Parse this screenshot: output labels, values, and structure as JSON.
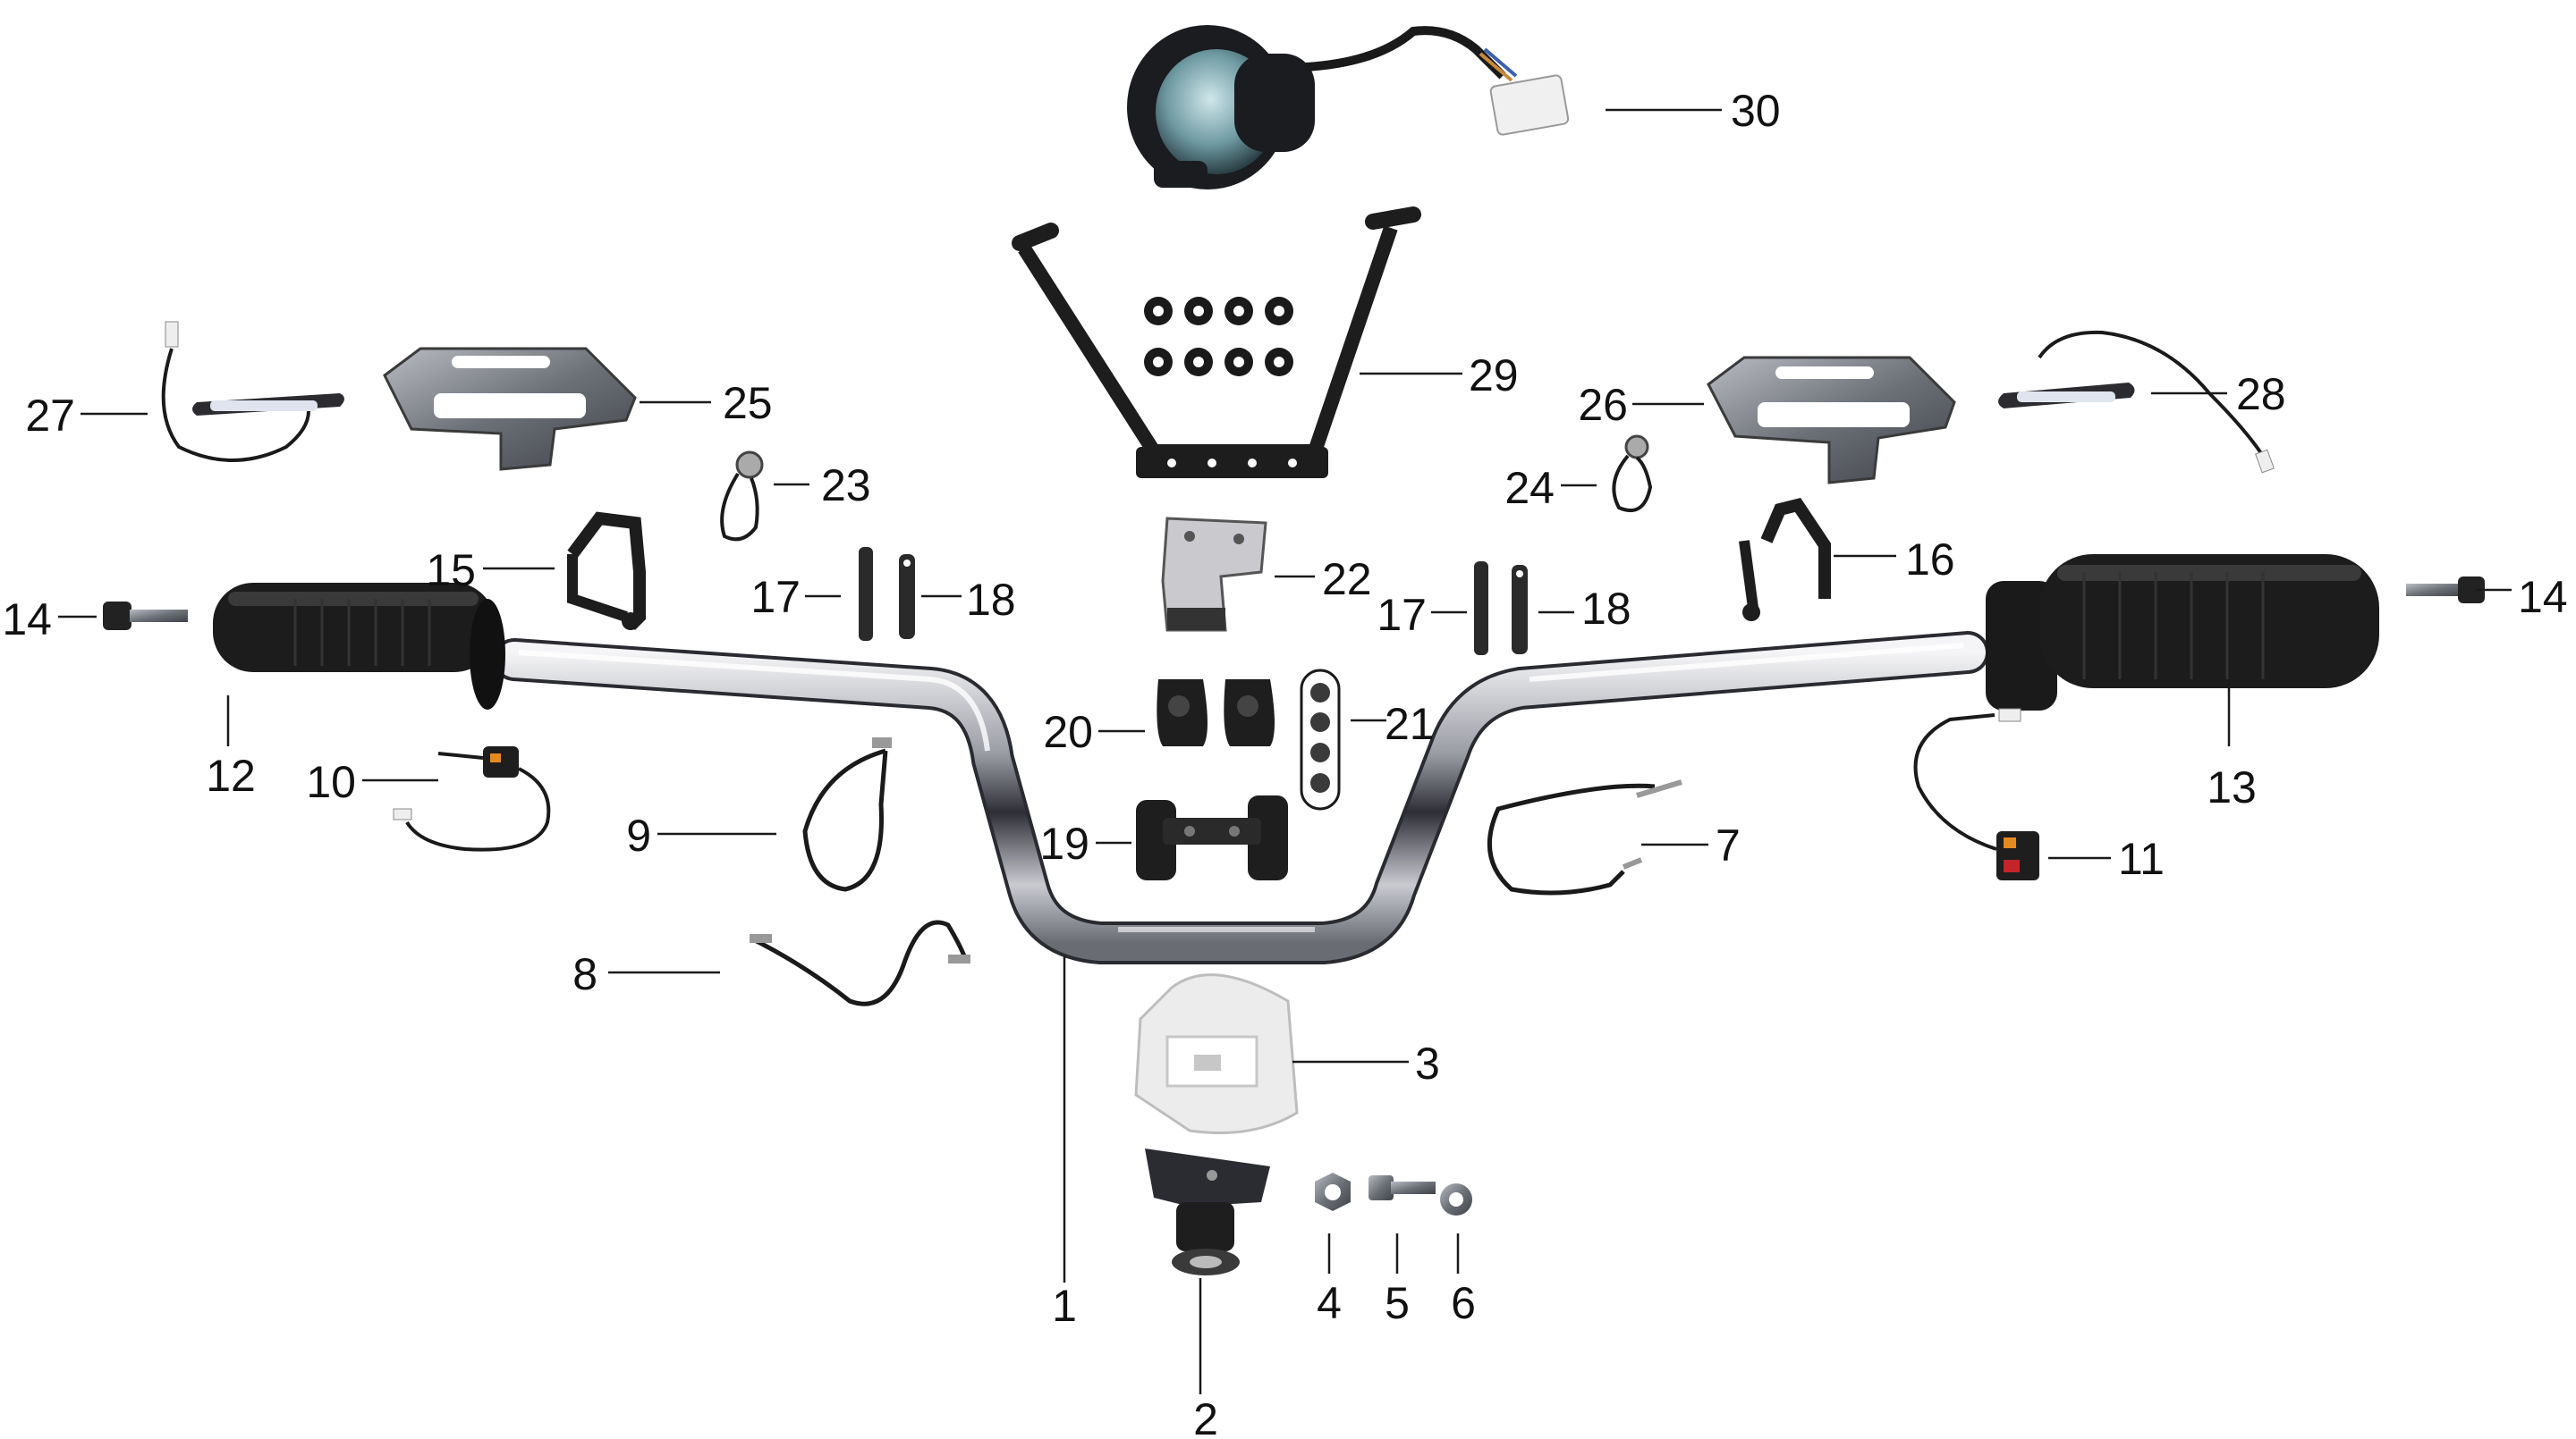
{
  "diagram": {
    "title": "",
    "callouts": [
      {
        "id": "c1",
        "label": "1"
      },
      {
        "id": "c2",
        "label": "2"
      },
      {
        "id": "c3",
        "label": "3"
      },
      {
        "id": "c4",
        "label": "4"
      },
      {
        "id": "c5",
        "label": "5"
      },
      {
        "id": "c6",
        "label": "6"
      },
      {
        "id": "c7",
        "label": "7"
      },
      {
        "id": "c8",
        "label": "8"
      },
      {
        "id": "c9",
        "label": "9"
      },
      {
        "id": "c10",
        "label": "10"
      },
      {
        "id": "c11",
        "label": "11"
      },
      {
        "id": "c12",
        "label": "12"
      },
      {
        "id": "c13",
        "label": "13"
      },
      {
        "id": "c14a",
        "label": "14"
      },
      {
        "id": "c14b",
        "label": "14"
      },
      {
        "id": "c15",
        "label": "15"
      },
      {
        "id": "c16",
        "label": "16"
      },
      {
        "id": "c17a",
        "label": "17"
      },
      {
        "id": "c17b",
        "label": "17"
      },
      {
        "id": "c18a",
        "label": "18"
      },
      {
        "id": "c18b",
        "label": "18"
      },
      {
        "id": "c19",
        "label": "19"
      },
      {
        "id": "c20",
        "label": "20"
      },
      {
        "id": "c21",
        "label": "21"
      },
      {
        "id": "c22",
        "label": "22"
      },
      {
        "id": "c23",
        "label": "23"
      },
      {
        "id": "c24",
        "label": "24"
      },
      {
        "id": "c25",
        "label": "25"
      },
      {
        "id": "c26",
        "label": "26"
      },
      {
        "id": "c27",
        "label": "27"
      },
      {
        "id": "c28",
        "label": "28"
      },
      {
        "id": "c29",
        "label": "29"
      },
      {
        "id": "c30",
        "label": "30"
      }
    ]
  },
  "colors": {
    "line": "#1a1a1a",
    "chrome_light": "#e8e8ec",
    "chrome_dark": "#3a3a42",
    "rubber": "#1b1b1b",
    "steel": "#6b6f75",
    "plastic_white": "#f2f2f2",
    "switch_orange": "#e58a1f",
    "switch_red": "#c4252a"
  }
}
